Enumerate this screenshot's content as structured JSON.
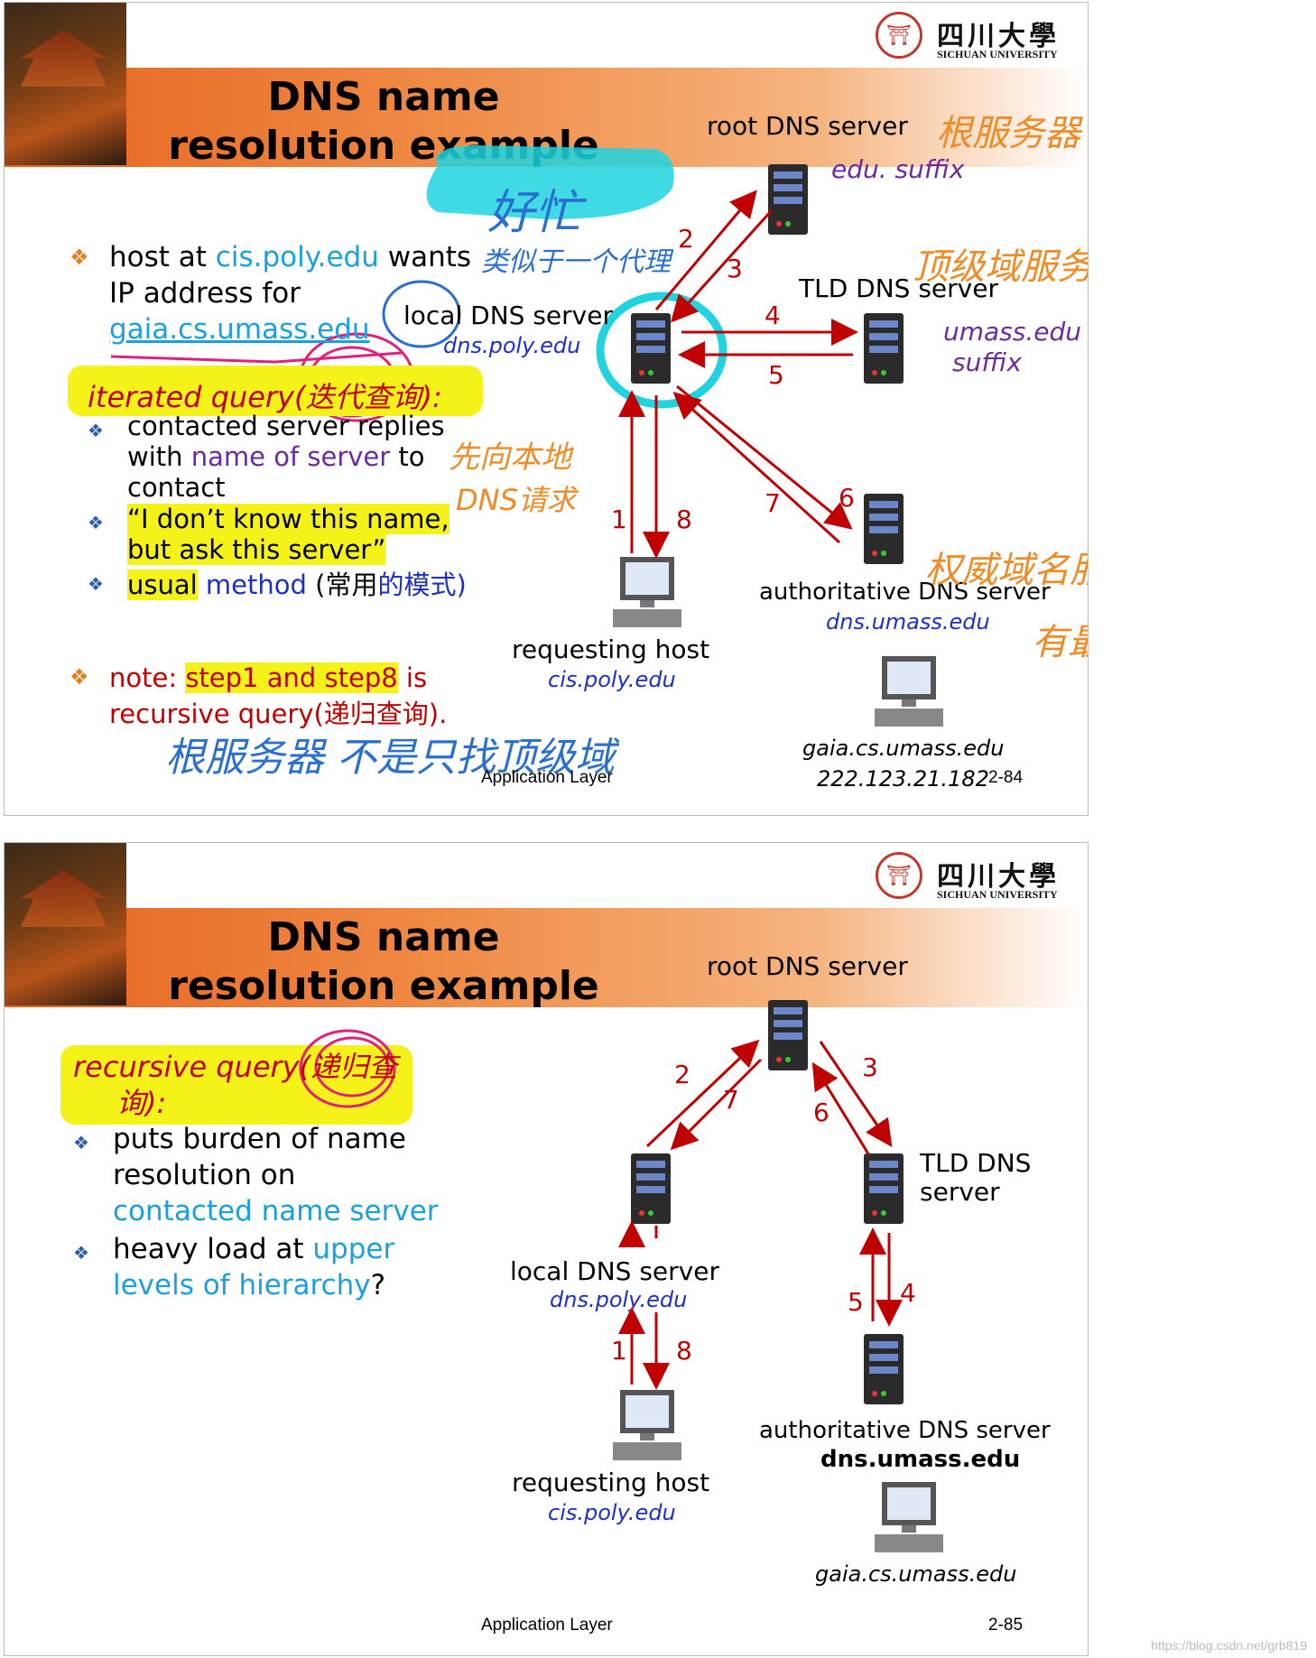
{
  "slide1": {
    "title_line1": "DNS name",
    "title_line2": "resolution example",
    "logo_cn": "四川大學",
    "logo_en": "SICHUAN UNIVERSITY",
    "bullet1_pre": "host at ",
    "bullet1_host": "cis.poly.edu",
    "bullet1_mid": " wants",
    "bullet1_line2": "IP address for",
    "bullet1_target": "gaia.cs.umass.edu",
    "iterated_label": "iterated query(迭代查询):",
    "sub1_line1": "contacted server replies",
    "sub1_with": "with ",
    "sub1_name": "name of server",
    "sub1_to": " to",
    "sub1_line3": "contact",
    "sub2_line1": "“I don’t know this name,",
    "sub2_line2": "but ask this server”",
    "sub3_usual": "usual",
    "sub3_method": " method ",
    "sub3_paren": "(常用",
    "sub3_cn": "的模式)",
    "note_pre": "note: ",
    "note_hl": "step1 and step8",
    "note_post": " is",
    "note_line2": "recursive query(递归查询).",
    "root_label": "root DNS server",
    "root_sub": "edu. suffix",
    "tld_label": "TLD DNS server",
    "tld_sub1": "umass.edu",
    "tld_sub2": "suffix",
    "local_label": "local DNS server",
    "local_sub": "dns.poly.edu",
    "auth_label": "authoritative DNS server",
    "auth_sub": "dns.umass.edu",
    "req_label": "requesting host",
    "req_sub": "cis.poly.edu",
    "gaia_label": "gaia.cs.umass.edu",
    "gaia_ip": "222.123.21.182",
    "footer_layer": "Application Layer",
    "footer_page": "2-84",
    "nums": [
      "1",
      "2",
      "3",
      "4",
      "5",
      "6",
      "7",
      "8"
    ],
    "notes": {
      "root_cn": "根服务器",
      "busy": "好忙",
      "similar": "类似于一个代理",
      "tld_cn": "顶级域服务器",
      "first_local": "先向本地",
      "dns_req": "DNS请求",
      "auth_cn": "权威域名服务器",
      "most_auth": "有最权威的",
      "bottom": "根服务器 不是只找顶级域"
    }
  },
  "slide2": {
    "title_line1": "DNS name",
    "title_line2": "resolution example",
    "logo_cn": "四川大學",
    "logo_en": "SICHUAN UNIVERSITY",
    "recursive_label": "recursive query(递归查",
    "recursive_label2": "询):",
    "b1_line1": "puts burden of name",
    "b1_line2": "resolution on",
    "b1_line3": "contacted name server",
    "b2_pre": "heavy load at ",
    "b2_cyan": "upper",
    "b2_line2": "levels of hierarchy",
    "b2_q": "?",
    "root_label": "root DNS server",
    "local_label": "local DNS server",
    "local_sub": "dns.poly.edu",
    "tld_label1": "TLD DNS",
    "tld_label2": "server",
    "auth_label": "authoritative DNS server",
    "auth_sub": "dns.umass.edu",
    "req_label": "requesting host",
    "req_sub": "cis.poly.edu",
    "gaia_label": "gaia.cs.umass.edu",
    "footer_layer": "Application Layer",
    "footer_page": "2-85",
    "nums": [
      "1",
      "2",
      "3",
      "4",
      "5",
      "6",
      "7",
      "8"
    ]
  },
  "watermark": "https://blog.csdn.net/grb819",
  "colors": {
    "banner": "#e6641e",
    "arrow": "#c00000",
    "highlight": "#f5f21a",
    "cyan_mark": "#1fd3e0",
    "orange_note": "#f08a24",
    "blue_note": "#2a6fd0"
  }
}
